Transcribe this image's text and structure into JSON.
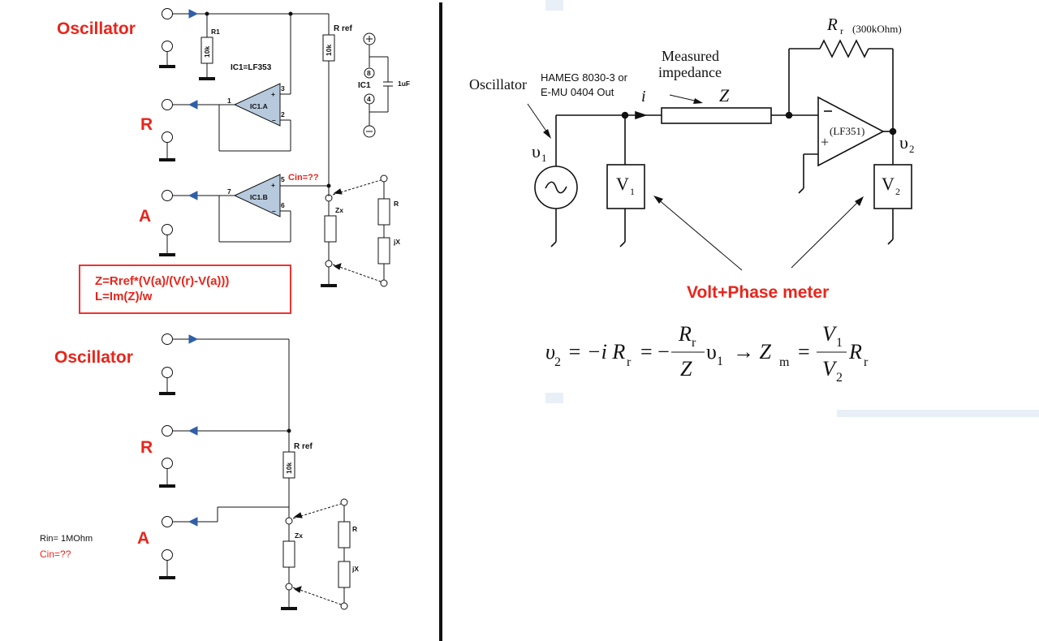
{
  "left": {
    "top_circuit": {
      "labels": {
        "oscillator": "Oscillator",
        "r": "R",
        "a": "A"
      },
      "r1": {
        "name": "R1",
        "value": "10k"
      },
      "ic_note": "IC1=LF353",
      "rref": {
        "name": "R ref",
        "value": "10k"
      },
      "ic1a": {
        "name": "IC1.A",
        "pins": [
          "1",
          "3",
          "2"
        ]
      },
      "ic1b": {
        "name": "IC1.B",
        "pins": [
          "7",
          "5",
          "6"
        ]
      },
      "supply": {
        "ic": "IC1",
        "pins": [
          "8",
          "4"
        ],
        "cap": "1uF"
      },
      "cin": "Cin=??",
      "zx": "Zx",
      "r_label": "R",
      "jx_label": "jX",
      "formula_line1": "Z=Rref*(V(a)/(V(r)-V(a)))",
      "formula_line2": "L=Im(Z)/w"
    },
    "bottom_circuit": {
      "labels": {
        "oscillator": "Oscillator",
        "r": "R",
        "a": "A"
      },
      "rref": {
        "name": "R ref",
        "value": "10k"
      },
      "rin": "Rin= 1MOhm",
      "cin": "Cin=??",
      "zx": "Zx",
      "r_label": "R",
      "jx_label": "jX"
    }
  },
  "right": {
    "oscillator_label": "Oscillator",
    "source_note_line1": "HAMEG 8030-3 or",
    "source_note_line2": "E-MU 0404 Out",
    "measured_line1": "Measured",
    "measured_line2": "impedance",
    "current_symbol": "i",
    "z_symbol": "Z",
    "rr_symbol": "R",
    "rr_sub": "r",
    "rr_value": "(300kOhm)",
    "opamp": "(LF351)",
    "v1_symbol": "υ",
    "v1_sub": "1",
    "v2_symbol": "υ",
    "v2_sub": "2",
    "meter1": "V",
    "meter1_sub": "1",
    "meter2": "V",
    "meter2_sub": "2",
    "volt_phase": "Volt+Phase meter",
    "equation": {
      "lhs": "υ",
      "lhs_sub": "2",
      "term1": "= −i R",
      "term1_sub": "r",
      "eq2": "= −",
      "frac1_num": "R",
      "frac1_num_sub": "r",
      "frac1_den": "Z",
      "after_frac1": "υ",
      "after_frac1_sub": "1",
      "arrow": "→ Z",
      "arrow_sub": "m",
      "eq3": "=",
      "frac2_num": "V",
      "frac2_num_sub": "1",
      "frac2_den": "V",
      "frac2_den_sub": "2",
      "tail": "R",
      "tail_sub": "r"
    }
  }
}
